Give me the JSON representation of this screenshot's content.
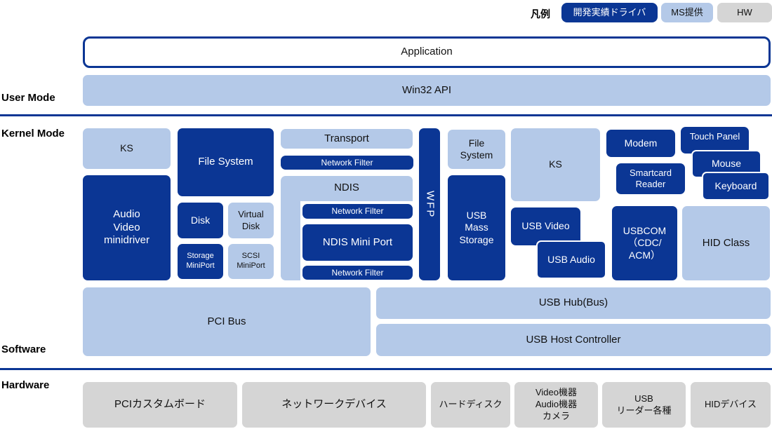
{
  "colors": {
    "developed": "#0b3694",
    "ms_provided": "#b4c9e8",
    "hardware": "#d5d5d5",
    "line": "#0b3694"
  },
  "legend": {
    "title": "凡例",
    "items": {
      "developed": "開発実績ドライバ",
      "ms": "MS提供",
      "hw": "HW"
    }
  },
  "layers": {
    "user_mode": "User Mode",
    "kernel_mode": "Kernel Mode",
    "software": "Software",
    "hardware": "Hardware"
  },
  "boxes": {
    "application": "Application",
    "win32_api": "Win32 API",
    "ks_left": "KS",
    "file_system_left": "File System",
    "audio_video_minidriver": "Audio\nVideo\nminidriver",
    "disk": "Disk",
    "virtual_disk": "Virtual\nDisk",
    "storage_miniport": "Storage\nMiniPort",
    "scsi_miniport": "SCSI\nMiniPort",
    "transport": "Transport",
    "network_filter_top": "Network Filter",
    "ndis": "NDIS",
    "network_filter_mid": "Network Filter",
    "ndis_mini_port": "NDIS Mini Port",
    "network_filter_bottom": "Network Filter",
    "wfp": "WFP",
    "file_system_right": "File\nSystem",
    "usb_mass_storage": "USB\nMass\nStorage",
    "ks_right": "KS",
    "usb_video": "USB Video",
    "usb_audio": "USB Audio",
    "modem": "Modem",
    "touch_panel": "Touch Panel",
    "mouse": "Mouse",
    "smartcard_reader": "Smartcard\nReader",
    "keyboard": "Keyboard",
    "usbcom": "USBCOM\n（CDC/\nACM）",
    "hid_class": "HID Class",
    "pci_bus": "PCI Bus",
    "usb_hub": "USB Hub(Bus)",
    "usb_host_controller": "USB Host Controller",
    "hw_pci_board": "PCIカスタムボード",
    "hw_network_device": "ネットワークデバイス",
    "hw_hard_disk": "ハードディスク",
    "hw_av_devices": "Video機器\nAudio機器\nカメラ",
    "hw_usb_readers": "USB\nリーダー各種",
    "hw_hid_device": "HIDデバイス"
  }
}
